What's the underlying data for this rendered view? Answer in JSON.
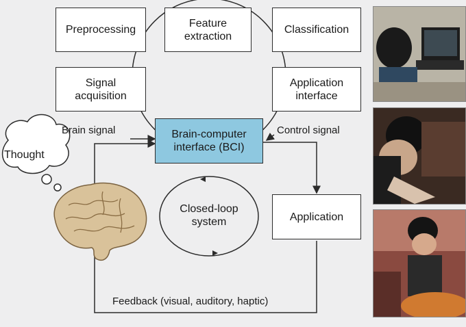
{
  "diagram": {
    "boxes": {
      "preprocessing": "Preprocessing",
      "feature_extraction": "Feature\nextraction",
      "classification": "Classification",
      "signal_acquisition": "Signal\nacquisition",
      "application_interface": "Application\ninterface",
      "bci": "Brain-computer\ninterface (BCI)",
      "application": "Application"
    },
    "labels": {
      "brain_signal": "Brain signal",
      "control_signal": "Control signal",
      "thought": "Thought",
      "closed_loop": "Closed-loop\nsystem",
      "feedback": "Feedback (visual, auditory, haptic)"
    },
    "colors": {
      "bci_fill": "#8ec8e0",
      "box_border": "#2b2b2b",
      "brain": "#d9c29a"
    }
  },
  "photos": [
    "photo-user-with-eeg-cap-at-laptop",
    "photo-user-with-eeg-cap-side-view",
    "photo-user-with-eeg-cap-seated"
  ]
}
